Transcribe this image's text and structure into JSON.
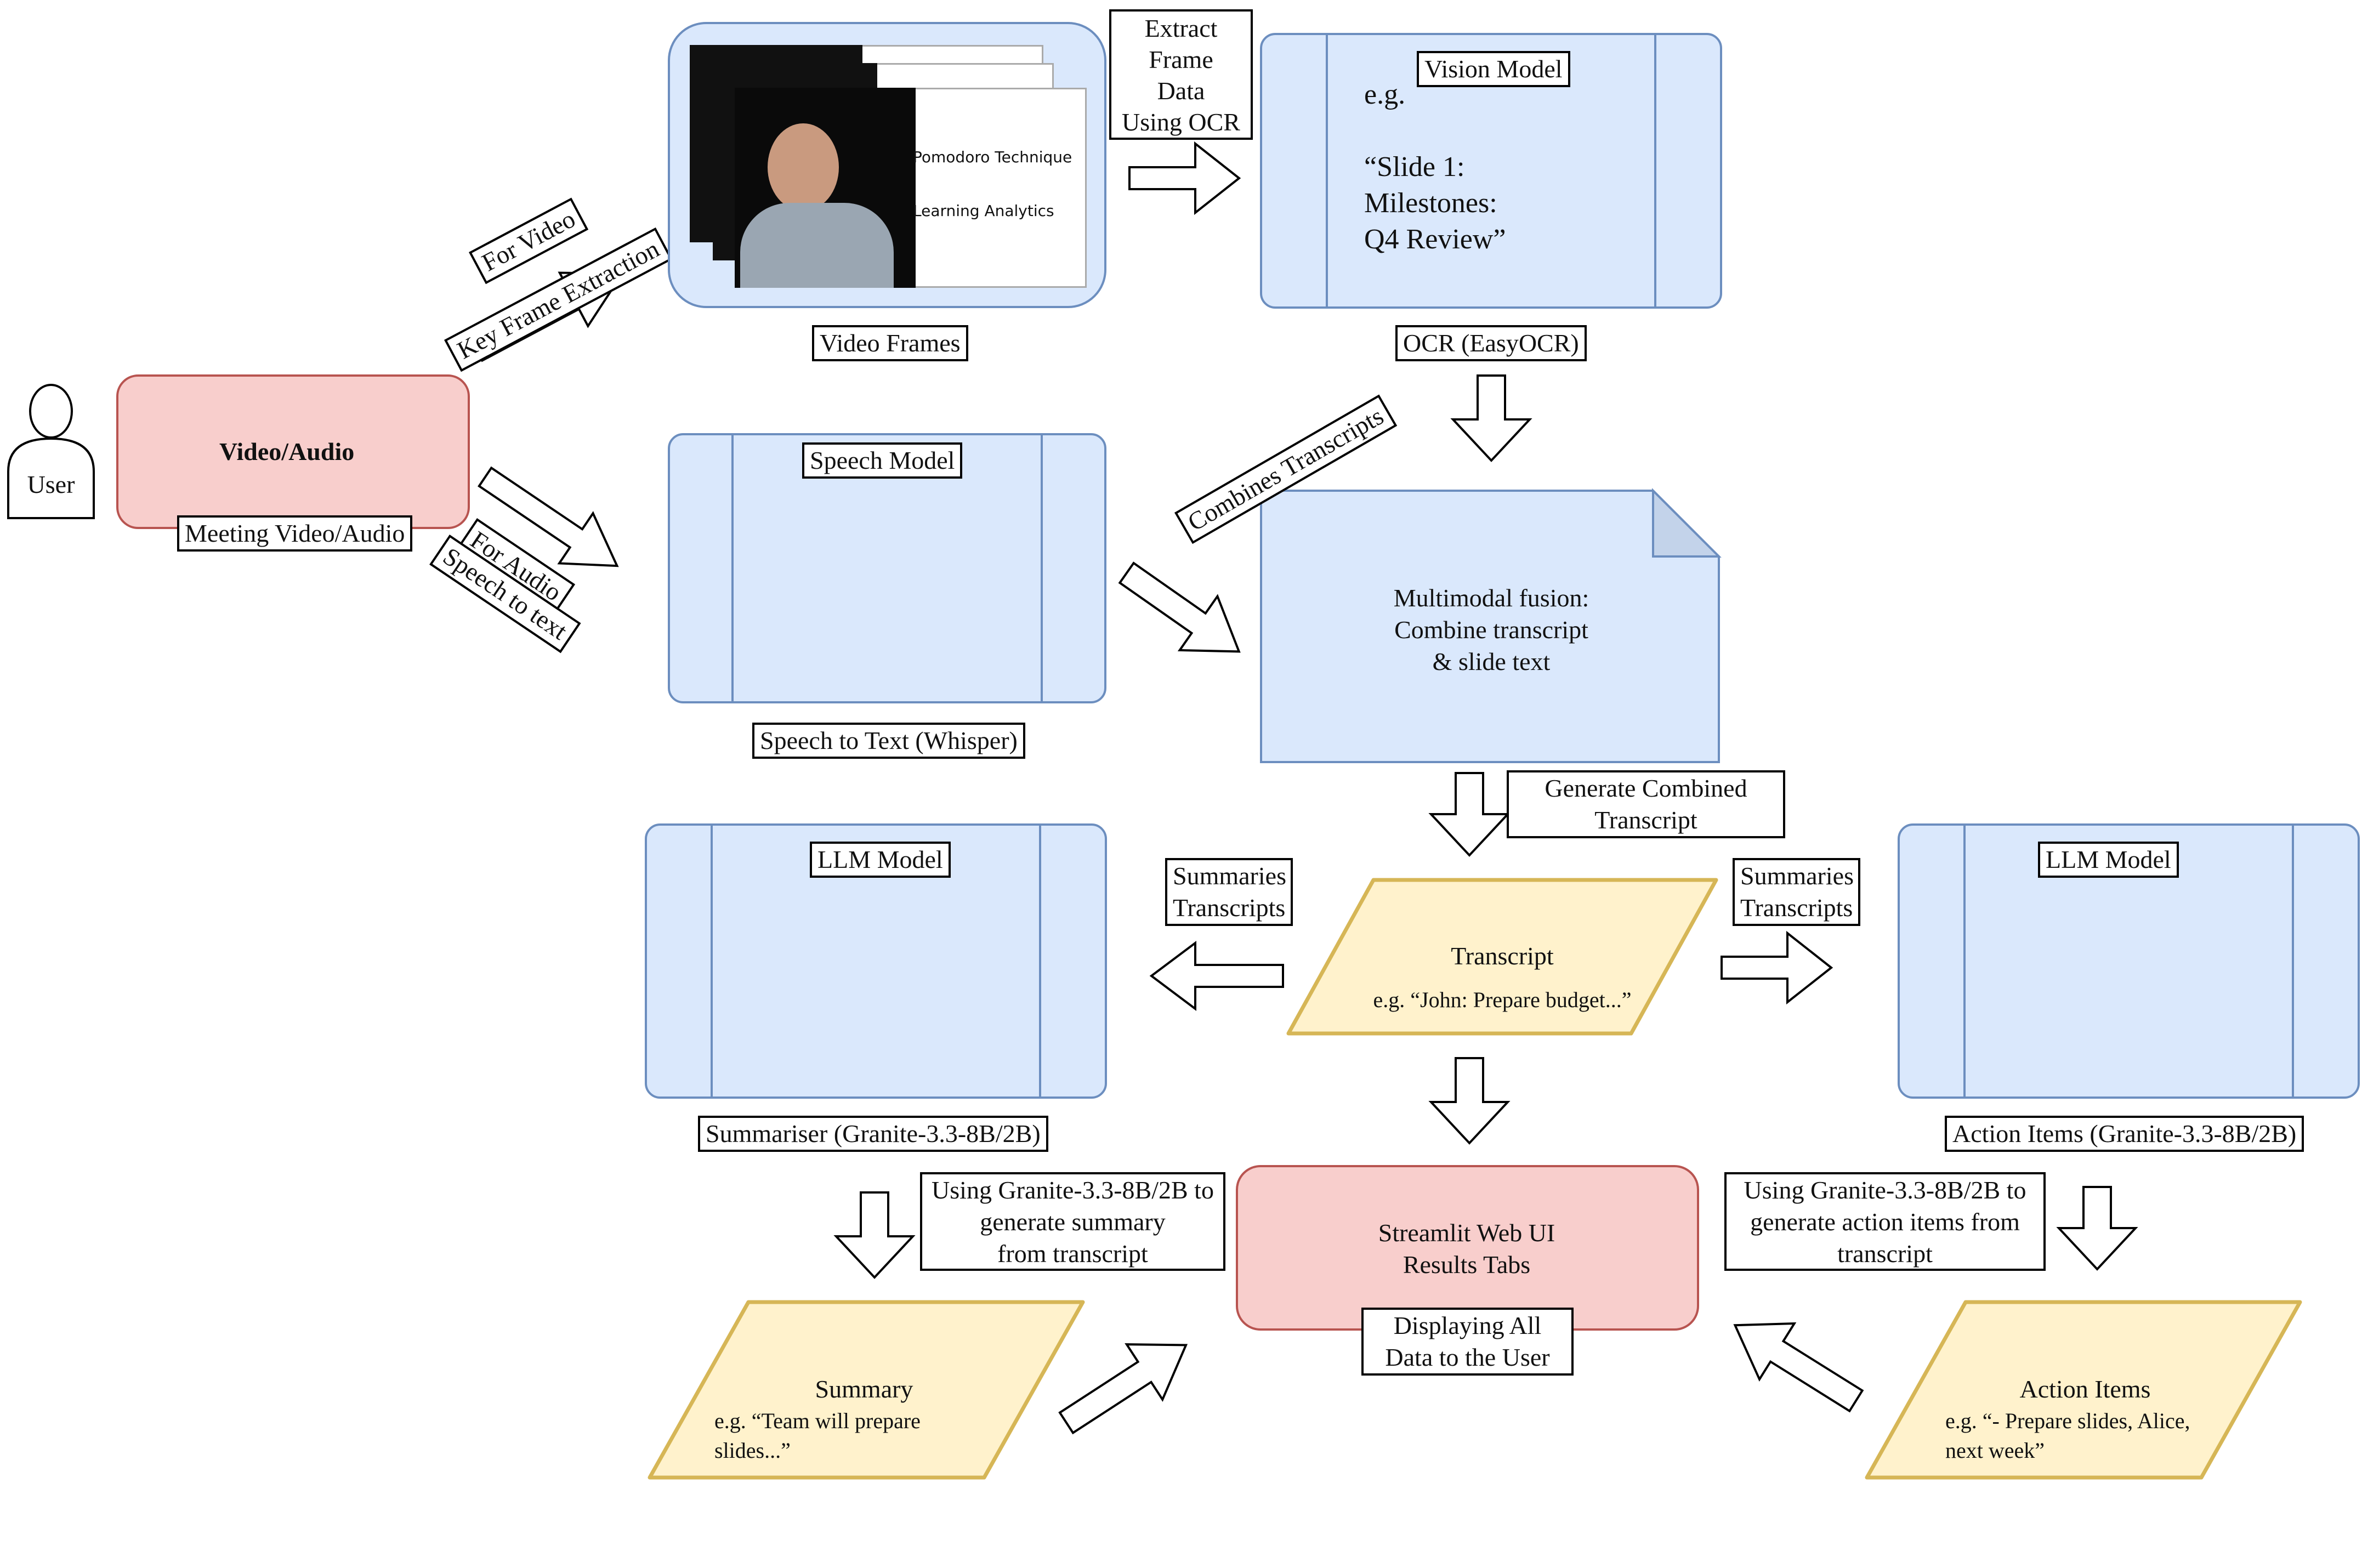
{
  "user": {
    "label": "User"
  },
  "input": {
    "title": "Video/Audio",
    "caption": "Meeting Video/Audio"
  },
  "video_branch": {
    "line1": "For Video",
    "line2": "Key Frame Extraction"
  },
  "audio_branch": {
    "line1": "For Audio",
    "line2": "Speech to text"
  },
  "video_frames": {
    "caption": "Video Frames",
    "slide_line1": "Pomodoro Technique",
    "slide_line2": "Learning Analytics"
  },
  "ocr_step": {
    "line1": "Extract",
    "line2": "Frame",
    "line3": "Data",
    "line4": "Using OCR"
  },
  "vision": {
    "title": "Vision Model",
    "example1": "e.g.",
    "example2": "“Slide 1:",
    "example3": "Milestones:",
    "example4": "Q4 Review”",
    "caption": "OCR (EasyOCR)"
  },
  "speech": {
    "title": "Speech Model",
    "caption": "Speech to Text (Whisper)"
  },
  "combine_label": "Combines Transcripts",
  "fusion": {
    "line1": "Multimodal fusion:",
    "line2": "Combine transcript",
    "line3": "& slide text"
  },
  "generate": {
    "line1": "Generate Combined",
    "line2": "Transcript"
  },
  "transcript": {
    "title": "Transcript",
    "example": "e.g. “John: Prepare budget...”"
  },
  "left_pass": {
    "line1": "Summaries",
    "line2": "Transcripts"
  },
  "right_pass": {
    "line1": "Summaries",
    "line2": "Transcripts"
  },
  "summariser": {
    "title": "LLM Model",
    "caption": "Summariser (Granite-3.3-8B/2B)"
  },
  "action_model": {
    "title": "LLM Model",
    "caption": "Action Items (Granite-3.3-8B/2B)"
  },
  "summary_step": {
    "line1": "Using Granite-3.3-8B/2B to",
    "line2": "generate summary",
    "line3": "from transcript"
  },
  "action_step": {
    "line1": "Using Granite-3.3-8B/2B to",
    "line2": "generate action items from",
    "line3": "transcript"
  },
  "summary": {
    "title": "Summary",
    "line1": "e.g. “Team will prepare",
    "line2": "slides...”"
  },
  "action_items": {
    "title": "Action Items",
    "line1": "e.g. “- Prepare slides, Alice,",
    "line2": "next week”"
  },
  "web_ui": {
    "line1": "Streamlit Web UI",
    "line2": "Results Tabs"
  },
  "display": {
    "line1": "Displaying All",
    "line2": "Data to the User"
  },
  "colors": {
    "blue_fill": "#dae8fc",
    "blue_stroke": "#6c8ebf",
    "red_fill": "#f8cecc",
    "red_stroke": "#b85450",
    "yellow_fill": "#fff2cc",
    "yellow_stroke": "#d6b656"
  }
}
